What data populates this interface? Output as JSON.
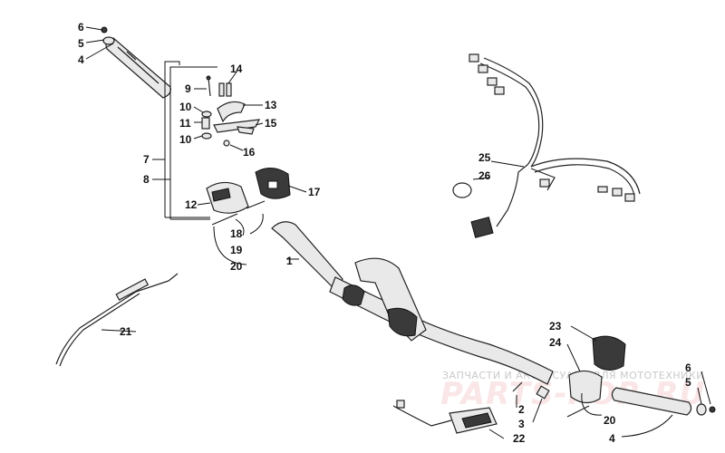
{
  "diagram": {
    "labels": {
      "n1": "1",
      "n2": "2",
      "n3": "3",
      "n4a": "4",
      "n4b": "4",
      "n5a": "5",
      "n5b": "5",
      "n6a": "6",
      "n6b": "6",
      "n7": "7",
      "n8": "8",
      "n9": "9",
      "n10a": "10",
      "n10b": "10",
      "n11": "11",
      "n12": "12",
      "n13": "13",
      "n14": "14",
      "n15": "15",
      "n16": "16",
      "n17": "17",
      "n18": "18",
      "n19": "19",
      "n20a": "20",
      "n20b": "20",
      "n21": "21",
      "n22": "22",
      "n23": "23",
      "n24": "24",
      "n25": "25",
      "n26": "26"
    },
    "watermark": {
      "caption": "ЗАПЧАСТИ И АКСЕССУАРЫ ДЛЯ МОТОТЕХНИКИ",
      "brand": "PARTS-FOR.RU",
      "brand_color": "#e06060"
    }
  }
}
